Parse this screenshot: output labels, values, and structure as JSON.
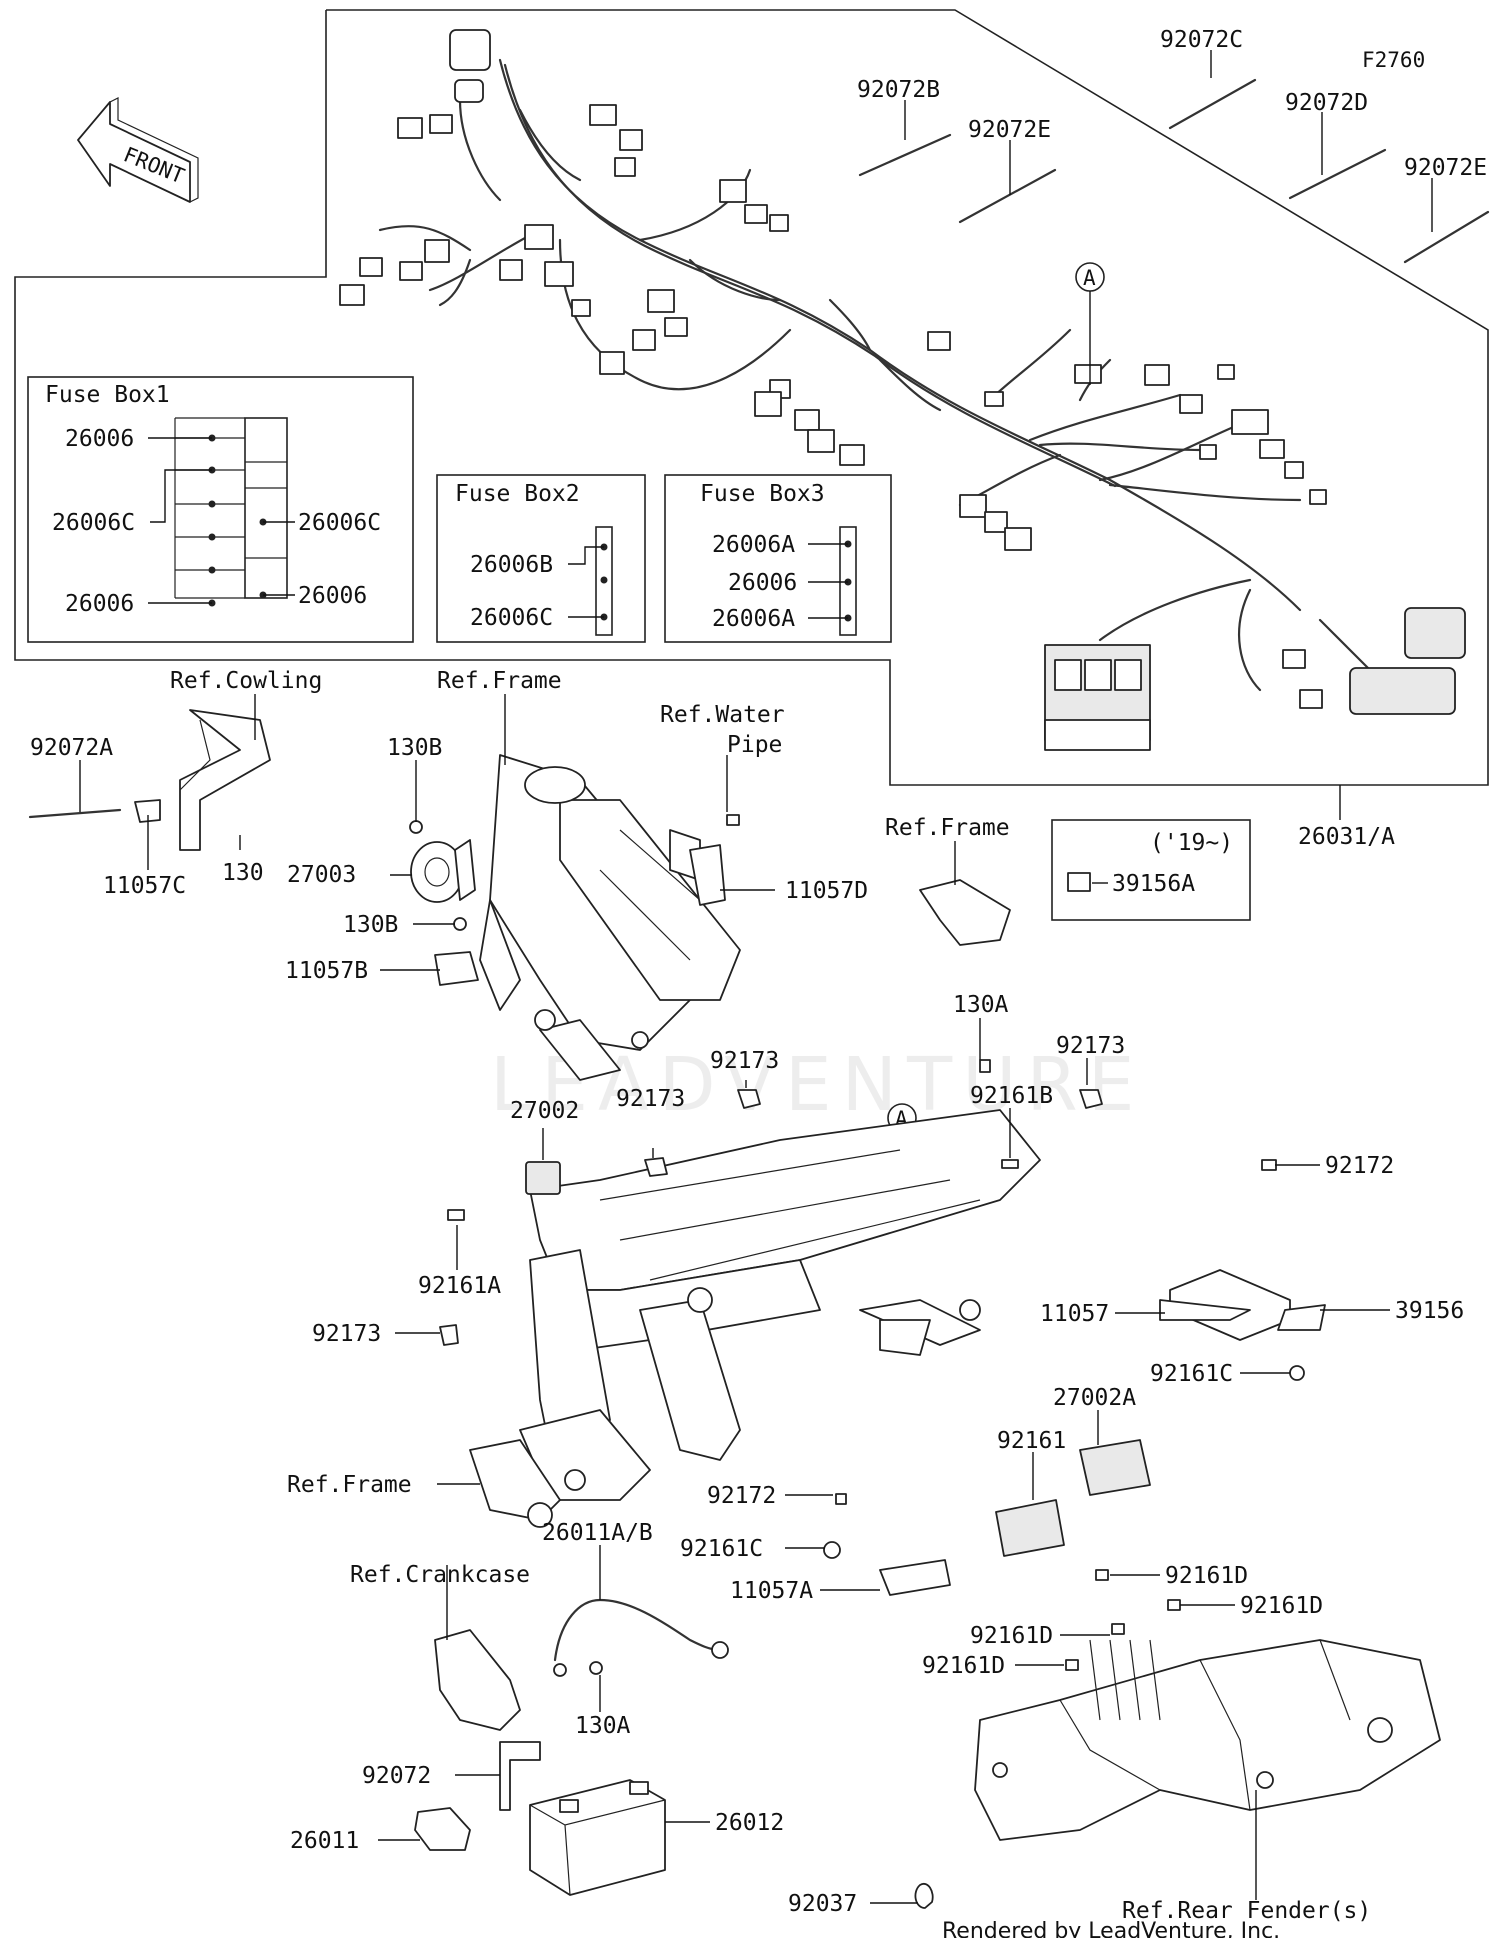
{
  "diagram_code": "F2760",
  "front_label": "FRONT",
  "watermark": "LEADVENTURE",
  "footer": "Rendered by LeadVenture, Inc.",
  "callout_letter": "A",
  "fuse_boxes": [
    {
      "title": "Fuse Box1",
      "labels": [
        "26006",
        "26006C",
        "26006C",
        "26006",
        "26006"
      ]
    },
    {
      "title": "Fuse Box2",
      "labels": [
        "26006B",
        "26006C"
      ]
    },
    {
      "title": "Fuse Box3",
      "labels": [
        "26006A",
        "26006",
        "26006A"
      ]
    }
  ],
  "year_note": "('19~)",
  "refs": {
    "cowling": "Ref.Cowling",
    "frame_1": "Ref.Frame",
    "water_pipe_1": "Ref.Water",
    "water_pipe_2": "Pipe",
    "frame_2": "Ref.Frame",
    "frame_3": "Ref.Frame",
    "crankcase": "Ref.Crankcase",
    "rear_fender": "Ref.Rear Fender(s)"
  },
  "parts": {
    "p92072C": "92072C",
    "p92072B": "92072B",
    "p92072E_1": "92072E",
    "p92072D": "92072D",
    "p92072E_2": "92072E",
    "p26031A": "26031/A",
    "p92072A": "92072A",
    "p11057C": "11057C",
    "p130": "130",
    "p130B_1": "130B",
    "p27003": "27003",
    "p130B_2": "130B",
    "p11057B": "11057B",
    "p11057D": "11057D",
    "p39156A": "39156A",
    "p130A_1": "130A",
    "p92173_1": "92173",
    "p92173_2": "92173",
    "p92161B": "92161B",
    "p92173_3": "92173",
    "p27002": "27002",
    "p92161A": "92161A",
    "p92173_4": "92173",
    "p92172_1": "92172",
    "p11057": "11057",
    "p39156": "39156",
    "p92161C_1": "92161C",
    "p27002A": "27002A",
    "p92161": "92161",
    "p92172_2": "92172",
    "p92161C_2": "92161C",
    "p11057A": "11057A",
    "p26011AB": "26011A/B",
    "p92161D_1": "92161D",
    "p92161D_2": "92161D",
    "p92161D_3": "92161D",
    "p92161D_4": "92161D",
    "p130A_2": "130A",
    "p92072": "92072",
    "p26012": "26012",
    "p26011": "26011",
    "p92037": "92037"
  }
}
